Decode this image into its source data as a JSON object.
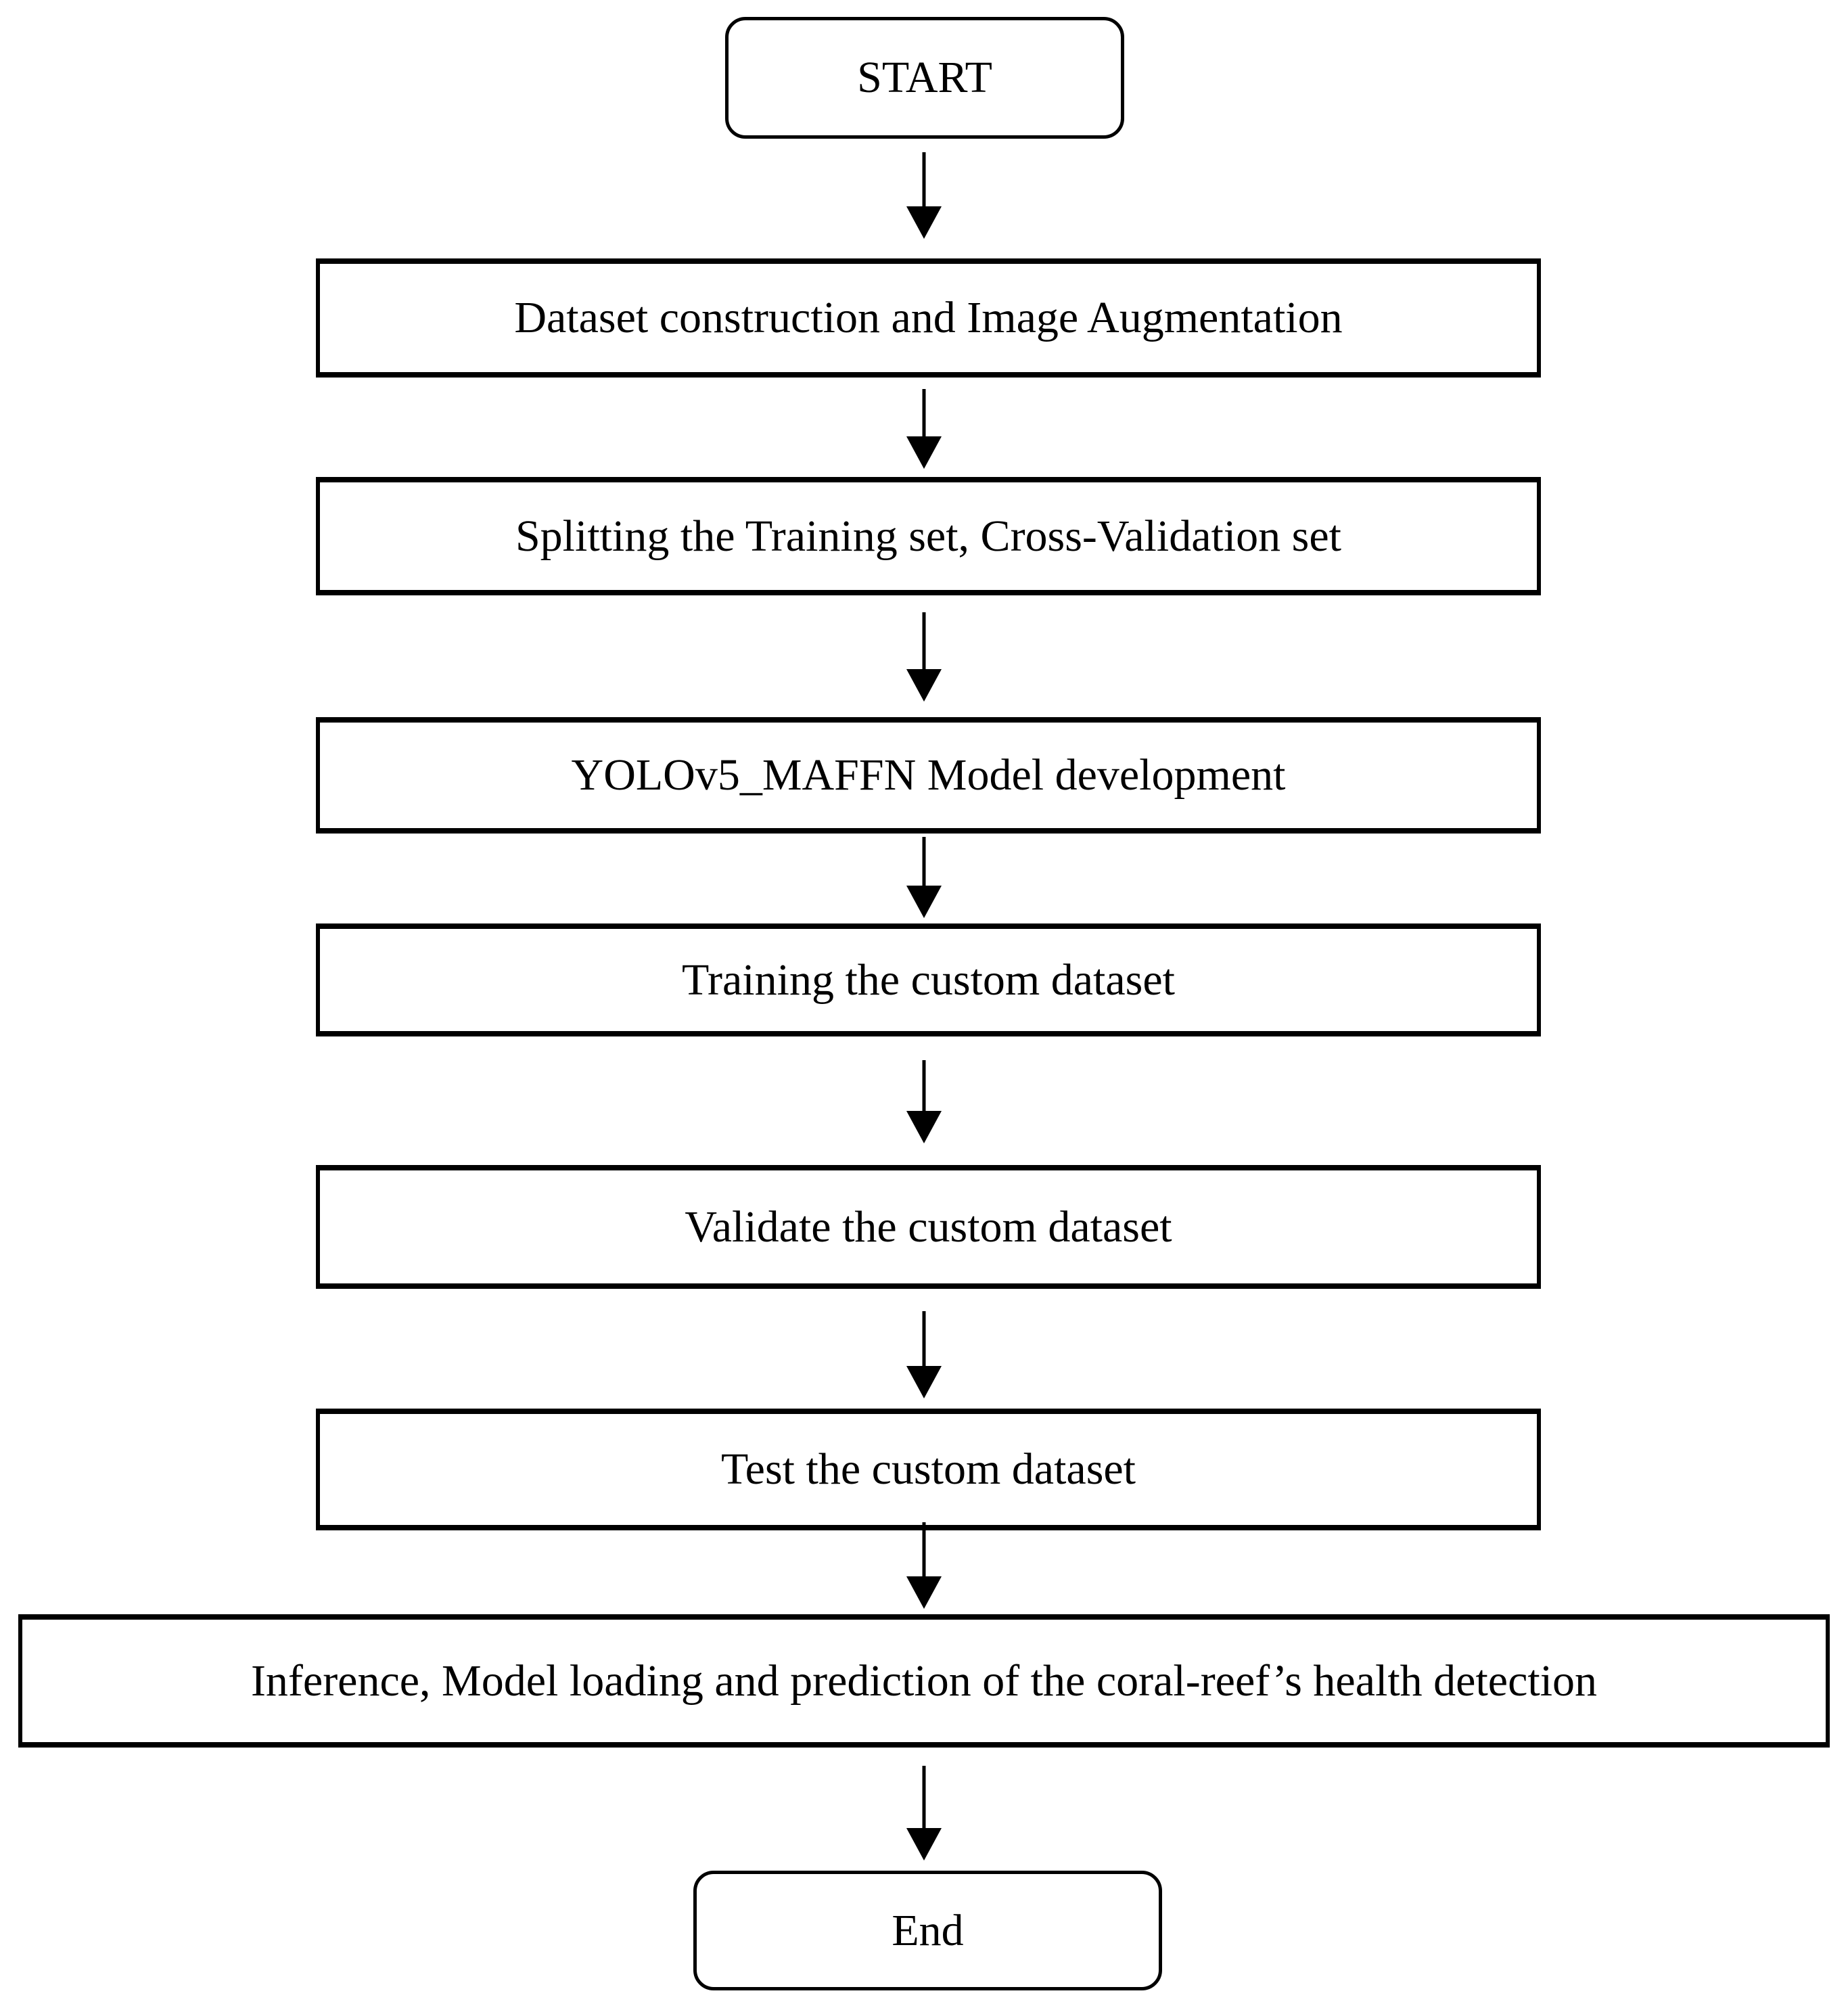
{
  "colors": {
    "stroke": "#000000",
    "background": "#ffffff"
  },
  "flowchart": {
    "nodes": [
      {
        "id": "start",
        "type": "terminator",
        "label": "START"
      },
      {
        "id": "step1",
        "type": "process",
        "label": "Dataset construction and Image Augmentation"
      },
      {
        "id": "step2",
        "type": "process",
        "label": "Splitting the Training set, Cross-Validation set"
      },
      {
        "id": "step3",
        "type": "process",
        "label": "YOLOv5_MAFFN Model development"
      },
      {
        "id": "step4",
        "type": "process",
        "label": "Training the custom dataset"
      },
      {
        "id": "step5",
        "type": "process",
        "label": "Validate the custom dataset"
      },
      {
        "id": "step6",
        "type": "process",
        "label": "Test the custom dataset"
      },
      {
        "id": "step7",
        "type": "process",
        "label": "Inference, Model loading and prediction of the coral-reef’s health detection"
      },
      {
        "id": "end",
        "type": "terminator",
        "label": "End"
      }
    ],
    "edges": [
      {
        "from": "start",
        "to": "step1",
        "direction": "down"
      },
      {
        "from": "step1",
        "to": "step2",
        "direction": "down"
      },
      {
        "from": "step2",
        "to": "step3",
        "direction": "down"
      },
      {
        "from": "step3",
        "to": "step4",
        "direction": "down"
      },
      {
        "from": "step4",
        "to": "step5",
        "direction": "down"
      },
      {
        "from": "step5",
        "to": "step6",
        "direction": "down"
      },
      {
        "from": "step6",
        "to": "step7",
        "direction": "down"
      },
      {
        "from": "step7",
        "to": "end",
        "direction": "down"
      }
    ]
  }
}
